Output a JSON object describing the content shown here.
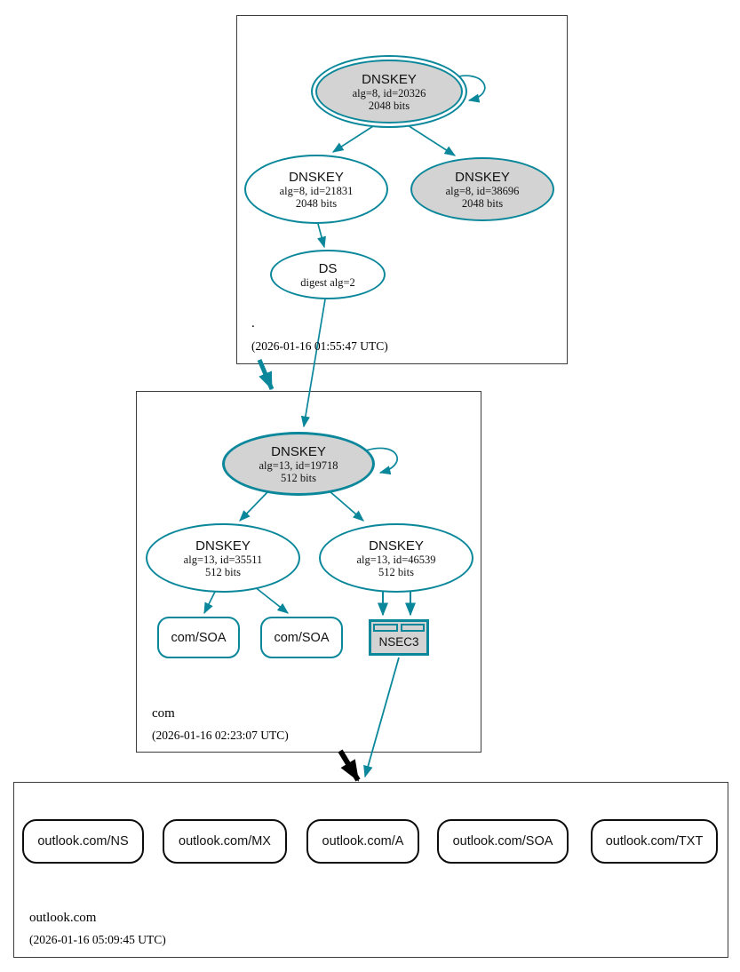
{
  "colors": {
    "secure_edge": "#0a879a",
    "insecure_edge": "#000000",
    "sep_key_fill": "#d3d3d3",
    "node_fill": "#ffffff",
    "zone_border": "#3c3c3c"
  },
  "zones": {
    "root": {
      "label": ".",
      "timestamp": "(2026-01-16 01:55:47 UTC)",
      "ksk": {
        "title": "DNSKEY",
        "line1": "alg=8, id=20326",
        "line2": "2048 bits"
      },
      "zsk": {
        "title": "DNSKEY",
        "line1": "alg=8, id=21831",
        "line2": "2048 bits"
      },
      "key2": {
        "title": "DNSKEY",
        "line1": "alg=8, id=38696",
        "line2": "2048 bits"
      },
      "ds": {
        "title": "DS",
        "line1": "digest alg=2"
      }
    },
    "com": {
      "label": "com",
      "timestamp": "(2026-01-16 02:23:07 UTC)",
      "ksk": {
        "title": "DNSKEY",
        "line1": "alg=13, id=19718",
        "line2": "512 bits"
      },
      "zsk1": {
        "title": "DNSKEY",
        "line1": "alg=13, id=35511",
        "line2": "512 bits"
      },
      "zsk2": {
        "title": "DNSKEY",
        "line1": "alg=13, id=46539",
        "line2": "512 bits"
      },
      "soa1": {
        "label": "com/SOA"
      },
      "soa2": {
        "label": "com/SOA"
      },
      "nsec3": {
        "label": "NSEC3"
      }
    },
    "outlook": {
      "label": "outlook.com",
      "timestamp": "(2026-01-16 05:09:45 UTC)",
      "rrsets": [
        {
          "label": "outlook.com/NS"
        },
        {
          "label": "outlook.com/MX"
        },
        {
          "label": "outlook.com/A"
        },
        {
          "label": "outlook.com/SOA"
        },
        {
          "label": "outlook.com/TXT"
        }
      ]
    }
  }
}
